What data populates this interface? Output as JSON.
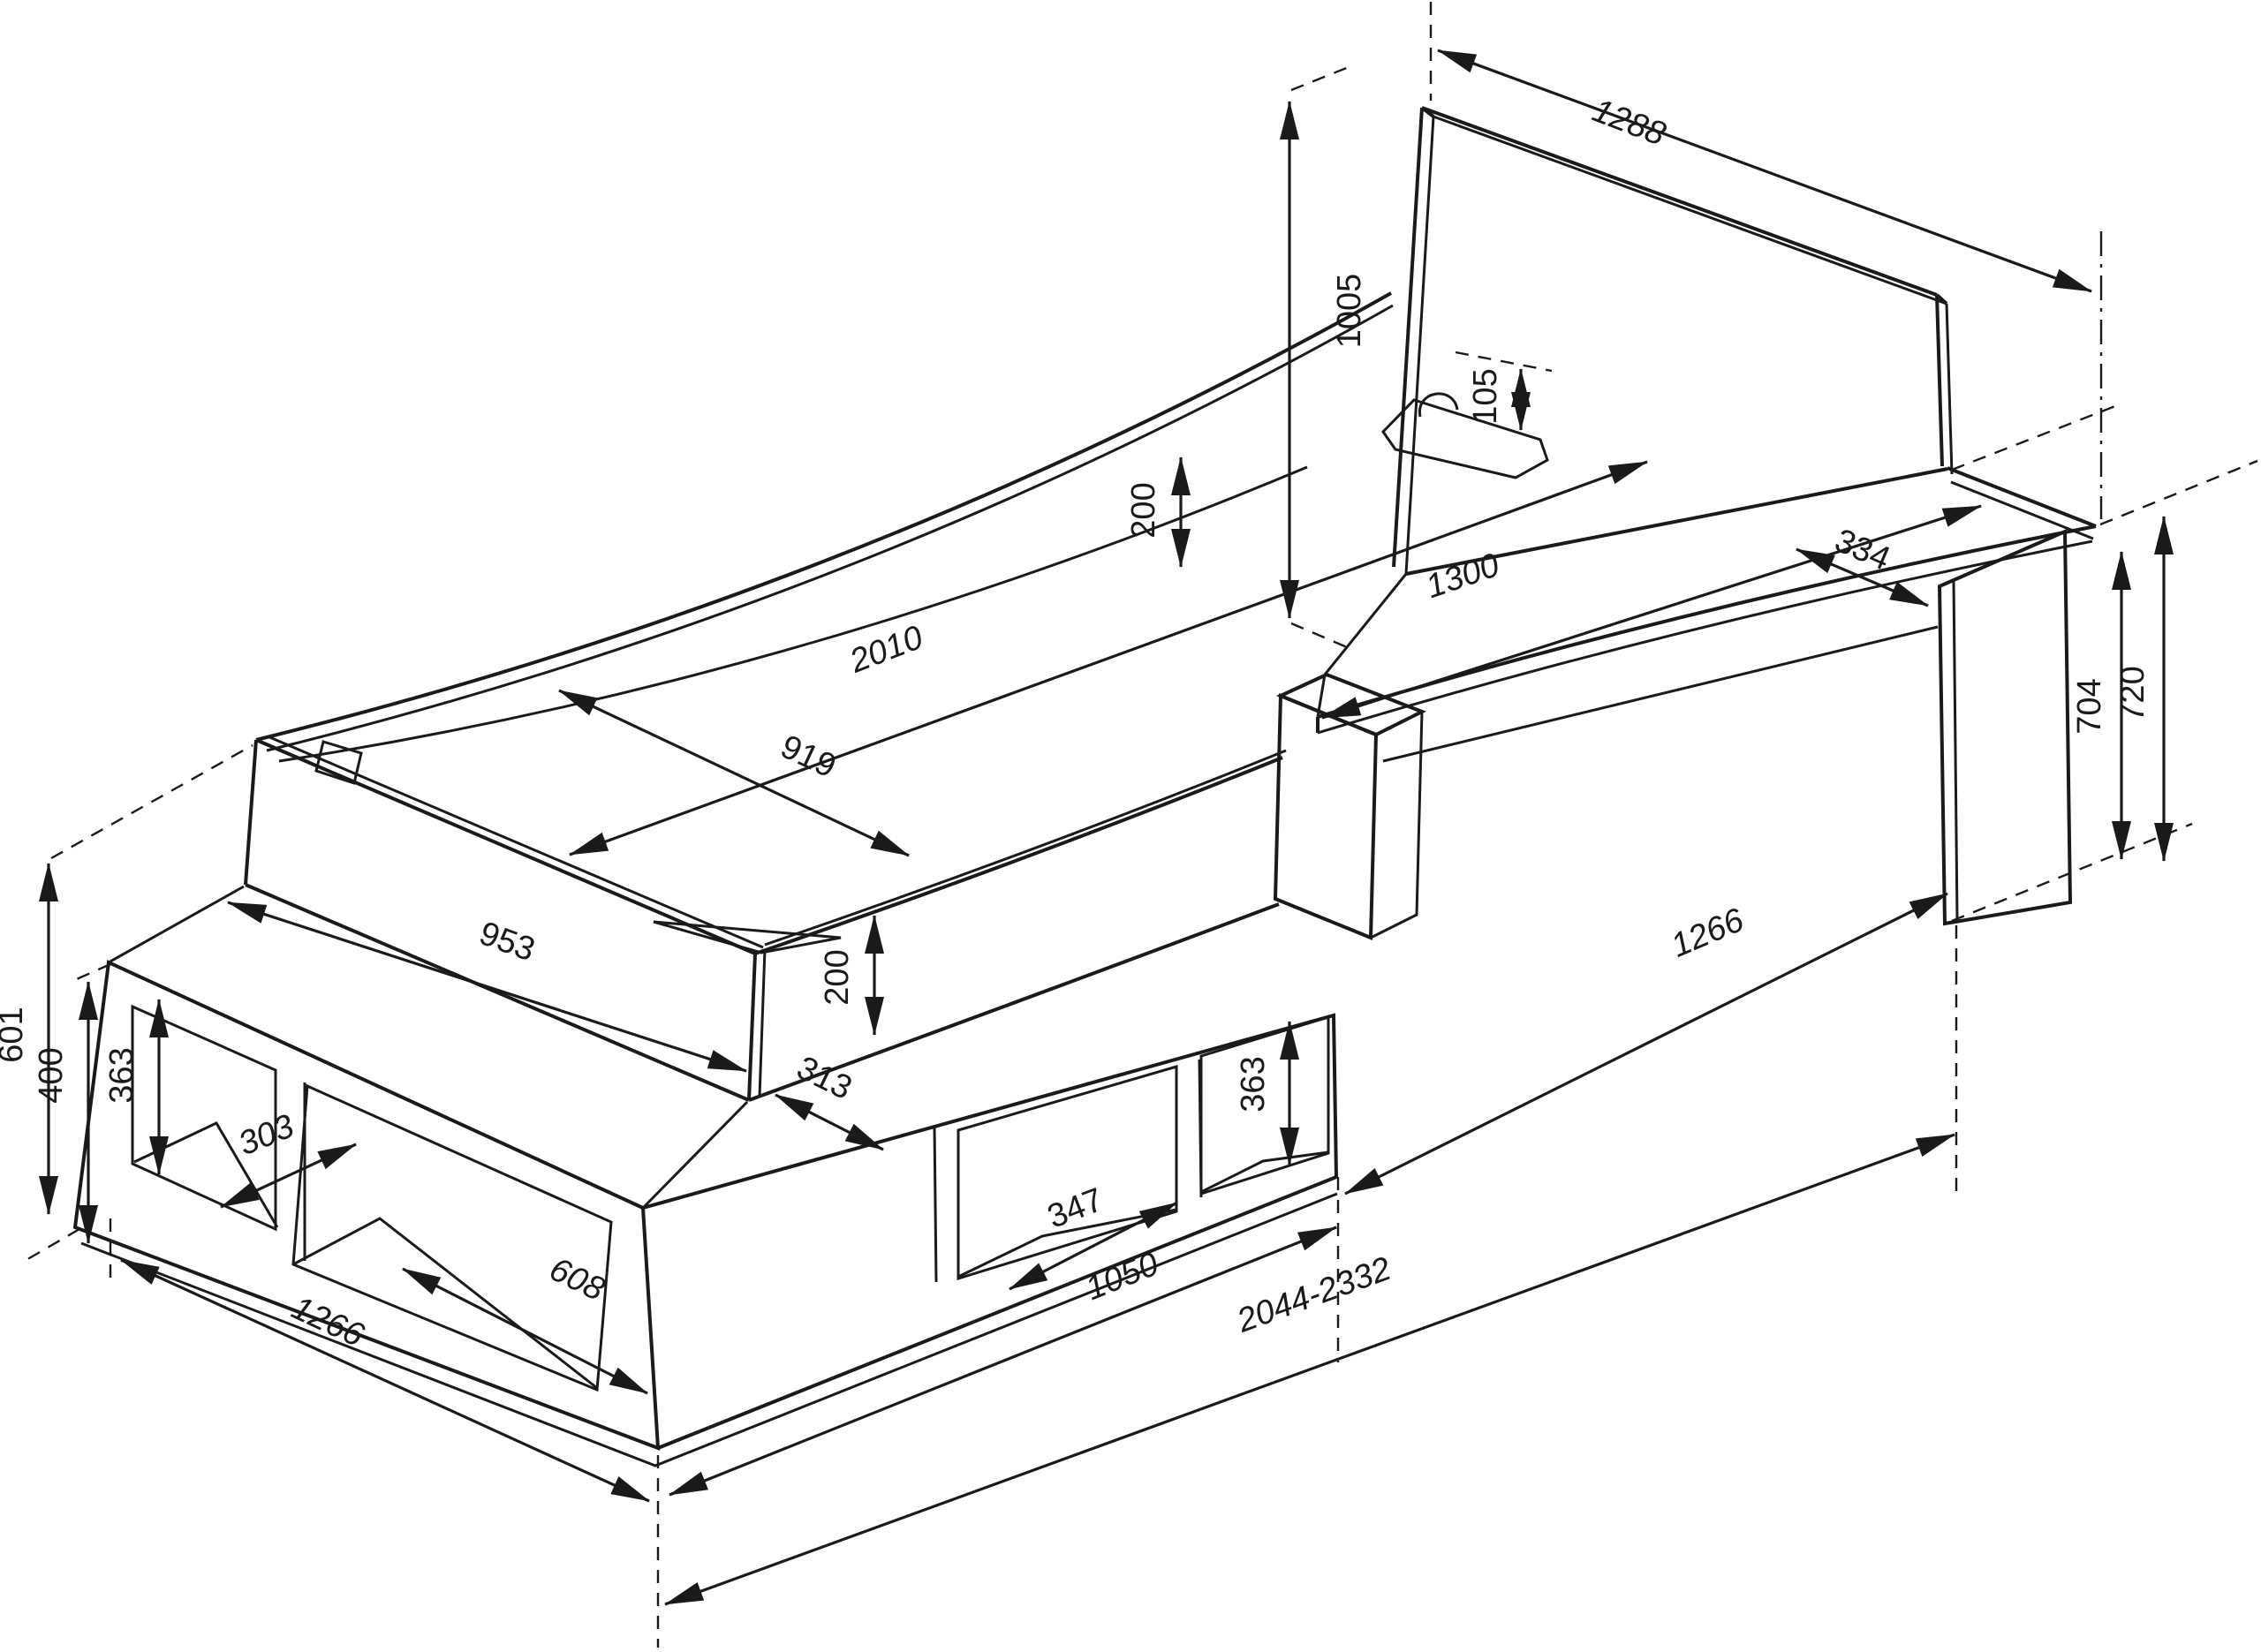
{
  "diagram": {
    "kind": "furniture-dimension-drawing",
    "units": "mm",
    "colors": {
      "background": "#ffffff",
      "line": "#1a1a1a"
    },
    "dims": {
      "panel_width": "1288",
      "panel_height": "1005",
      "hook_offset": "105",
      "wall_gap": "200",
      "bed_inner_length": "2010",
      "desk_length": "1300",
      "desk_overhang": "334",
      "bed_inner_width": "919",
      "desk_clear_height": "704",
      "desk_height": "720",
      "head_width": "953",
      "bed_box_height": "200",
      "step_depth": "313",
      "base_total_height": "601",
      "base_height": "400",
      "cubby_height_left": "363",
      "cubby_depth_small": "303",
      "cubby_depth_big": "608",
      "side_depth": "1266",
      "cubby_width_front": "347",
      "front_section_length": "1050",
      "cubby_height_right": "363",
      "desk_side_length": "1266",
      "total_length_range": "2044-2332"
    }
  }
}
